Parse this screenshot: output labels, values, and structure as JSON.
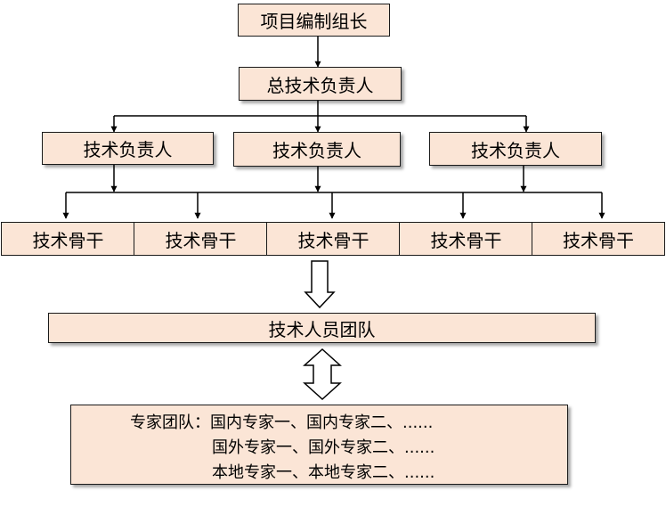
{
  "diagram": {
    "leader": "项目编制组长",
    "chief": "总技术负责人",
    "tech_leads": [
      "技术负责人",
      "技术负责人",
      "技术负责人"
    ],
    "backbones": [
      "技术骨干",
      "技术骨干",
      "技术骨干",
      "技术骨干",
      "技术骨干"
    ],
    "team": "技术人员团队",
    "experts": {
      "line1": "专家团队：国内专家一、国内专家二、......",
      "line2": "国外专家一、国外专家二、......",
      "line3": "本地专家一、本地专家二、......"
    }
  },
  "colors": {
    "box_fill": "#fbe5d6",
    "border": "#1a1a1a"
  }
}
